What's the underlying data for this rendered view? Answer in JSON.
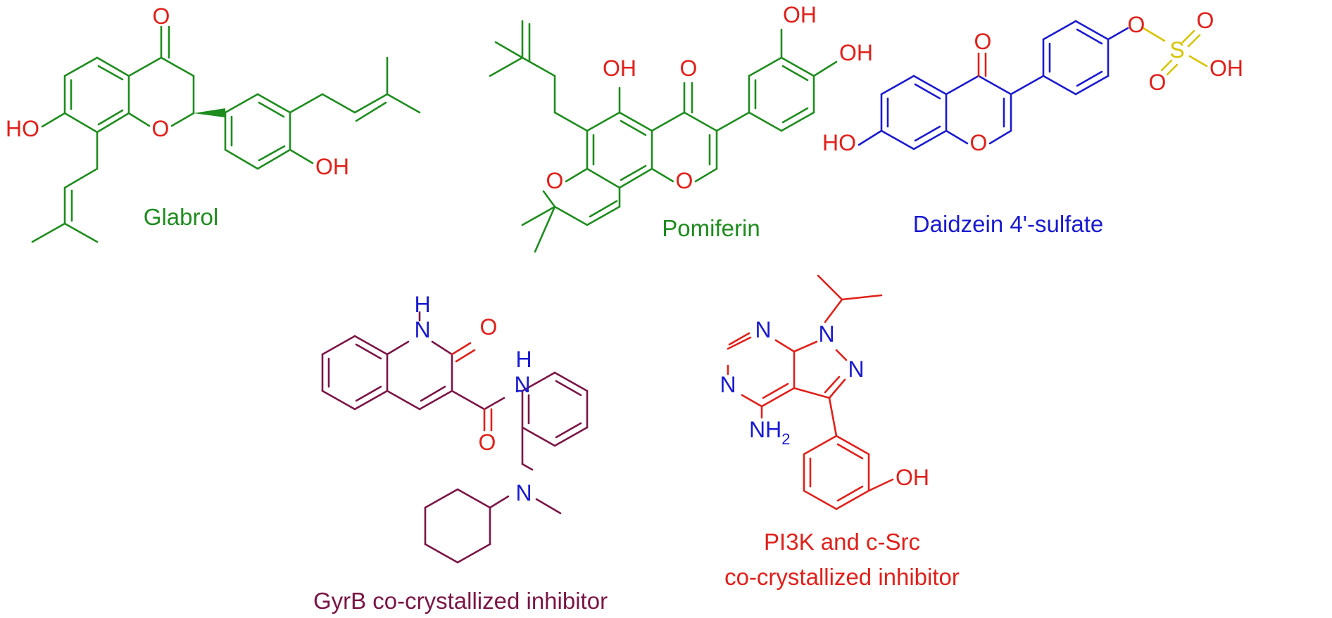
{
  "colors": {
    "green": "#1e8c1e",
    "red": "#e0201a",
    "blue": "#1a1ad0",
    "yellow": "#d6c400",
    "maroon": "#7a1545"
  },
  "molecules": {
    "glabrol": {
      "name": "Glabrol",
      "atoms": {
        "o_keto": "O",
        "o_ring": "O",
        "ho_left": "HO",
        "oh_right": "OH"
      }
    },
    "pomiferin": {
      "name": "Pomiferin",
      "atoms": {
        "oh_a": "OH",
        "o_keto": "O",
        "oh_top": "OH",
        "oh_right": "OH",
        "o_pyran": "O",
        "o_ring": "O"
      }
    },
    "daidzein": {
      "name": "Daidzein 4'-sulfate",
      "atoms": {
        "o_keto": "O",
        "o_ring": "O",
        "ho": "HO",
        "o_ester": "O",
        "s": "S",
        "o_s1": "O",
        "o_s2": "O",
        "oh_s": "OH"
      }
    },
    "gyrb": {
      "name": "GyrB co-crystallized inhibitor",
      "atoms": {
        "h_nh": "H",
        "n_ring": "N",
        "o_lactam": "O",
        "h_amide": "H",
        "n_amide": "N",
        "o_amide": "O",
        "n_amine": "N"
      }
    },
    "pi3k": {
      "name_line1": "PI3K and c-Src",
      "name_line2": "co-crystallized inhibitor",
      "atoms": {
        "n1": "N",
        "n2": "N",
        "n3": "N",
        "n4": "N",
        "nh2_main": "NH",
        "nh2_sub": "2",
        "oh": "OH"
      }
    }
  }
}
